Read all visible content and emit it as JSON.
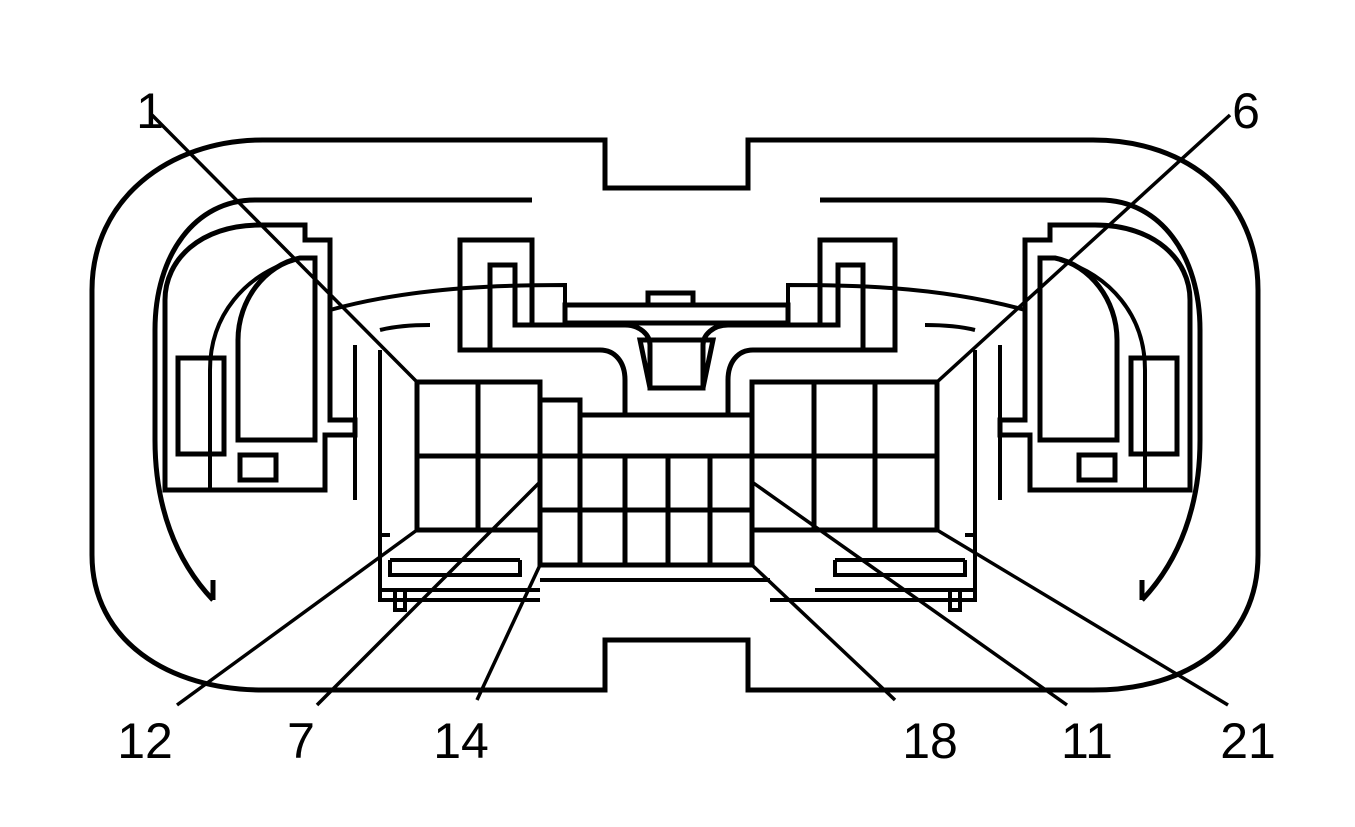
{
  "pin_labels": {
    "pin_1": "1",
    "pin_6": "6",
    "pin_12": "12",
    "pin_7": "7",
    "pin_14": "14",
    "pin_18": "18",
    "pin_11": "11",
    "pin_21": "21"
  },
  "colors": {
    "line": "#000000",
    "background": "#ffffff"
  }
}
